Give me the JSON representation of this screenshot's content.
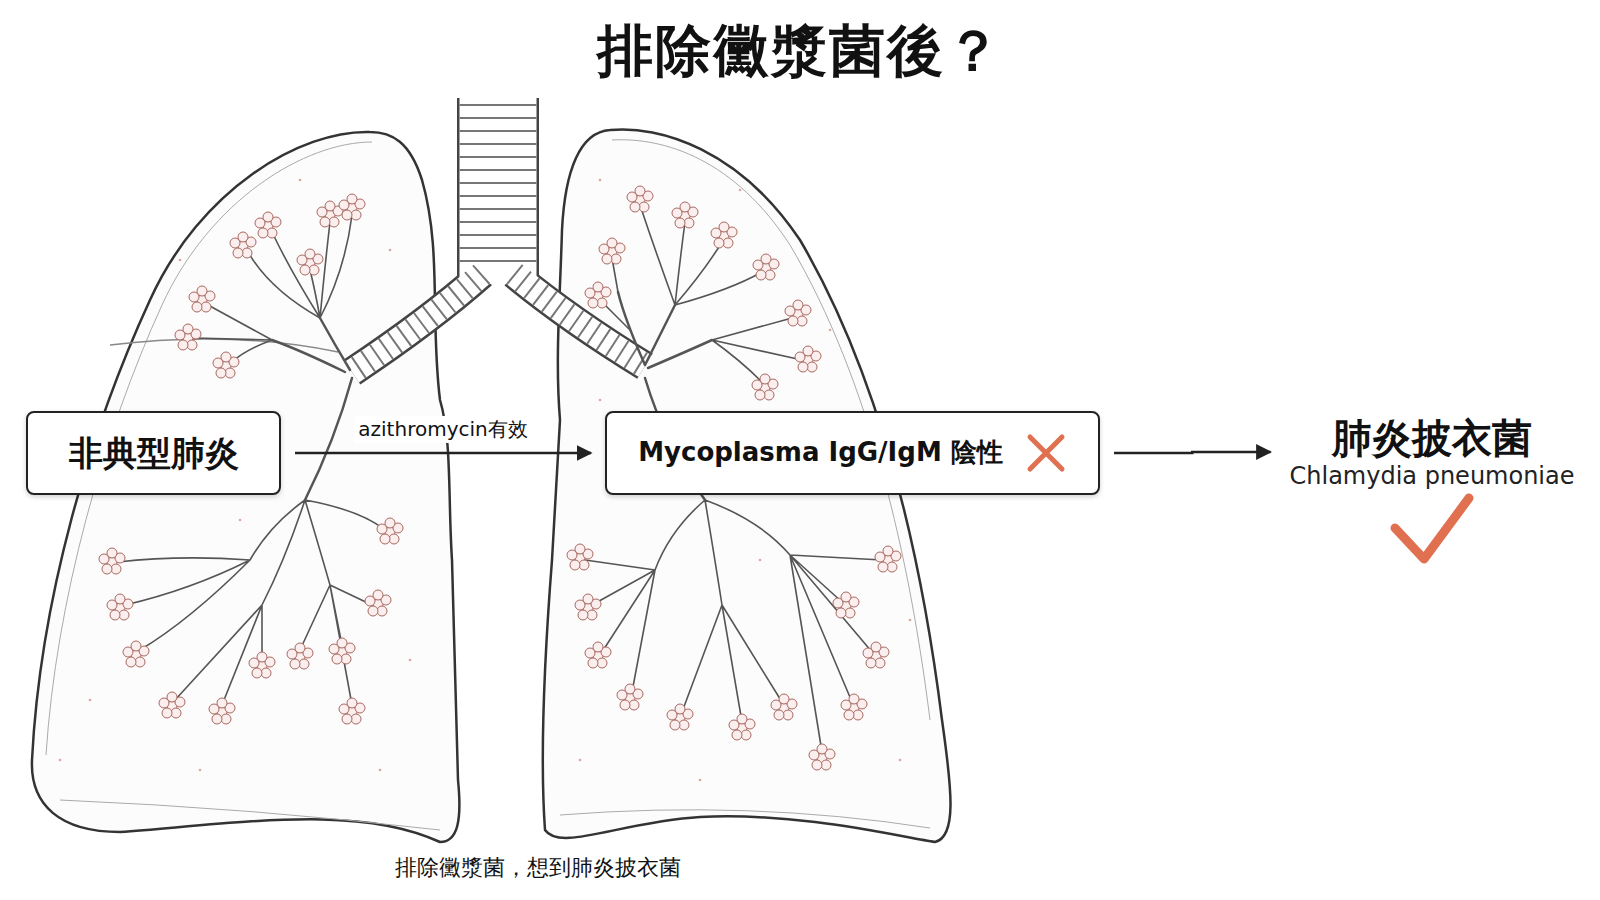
{
  "diagram": {
    "title": "排除黴漿菌後？",
    "caption": "排除黴漿菌，想到肺炎披衣菌",
    "nodes": [
      {
        "text": [
          "非典型肺炎"
        ]
      },
      {
        "text": [
          "Mycoplasma IgG/IgM 陰性"
        ]
      },
      {
        "text": [
          "肺炎披衣菌",
          "Chlamydia pneumoniae"
        ]
      }
    ],
    "edges": [
      {
        "from": 0,
        "to": 1,
        "label": "azithromycin有效",
        "arrow": "to"
      },
      {
        "from": 1,
        "to": 2,
        "arrow": "to"
      }
    ]
  }
}
